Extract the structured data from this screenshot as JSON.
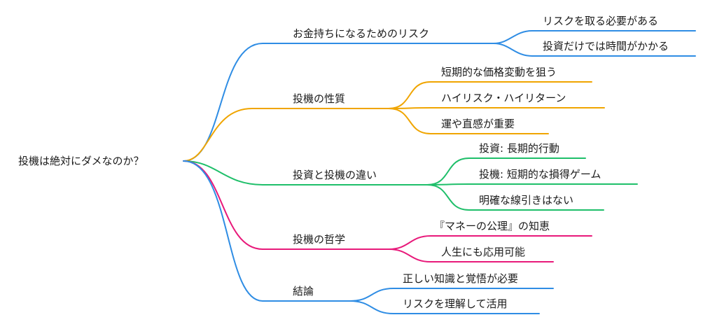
{
  "colors": {
    "blue": "#2f8de4",
    "orange": "#f0a500",
    "green": "#1fbf6a",
    "pink": "#e8197a",
    "text": "#1a1a1a"
  },
  "root": {
    "label": "投機は絶対にダメなのか？"
  },
  "branches": [
    {
      "label": "お金持ちになるためのリスク",
      "color": "blue",
      "children": [
        "リスクを取る必要がある",
        "投資だけでは時間がかかる"
      ]
    },
    {
      "label": "投機の性質",
      "color": "orange",
      "children": [
        "短期的な価格変動を狙う",
        "ハイリスク・ハイリターン",
        "運や直感が重要"
      ]
    },
    {
      "label": "投資と投機の違い",
      "color": "green",
      "children": [
        "投資: 長期的行動",
        "投機: 短期的な損得ゲーム",
        "明確な線引きはない"
      ]
    },
    {
      "label": "投機の哲学",
      "color": "pink",
      "children": [
        "『マネーの公理』の知恵",
        "人生にも応用可能"
      ]
    },
    {
      "label": "結論",
      "color": "blue",
      "children": [
        "正しい知識と覚悟が必要",
        "リスクを理解して活用"
      ]
    }
  ]
}
